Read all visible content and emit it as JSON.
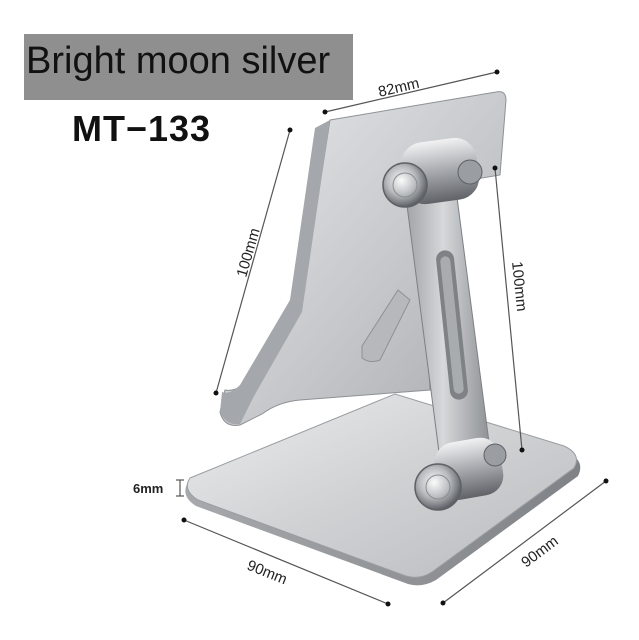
{
  "header": {
    "color_name": "Bright moon silver",
    "model_code": "MT−133"
  },
  "dimensions": {
    "top_width": "82mm",
    "back_height": "100mm",
    "arm_height": "100mm",
    "base_thickness": "6mm",
    "base_depth": "90mm",
    "base_width": "90mm"
  },
  "colors": {
    "banner_bg": "#8f8f8f",
    "text": "#111111",
    "metal_light": "#d9dadc",
    "metal_mid": "#b4b6b9",
    "metal_dark": "#7c7f84"
  }
}
